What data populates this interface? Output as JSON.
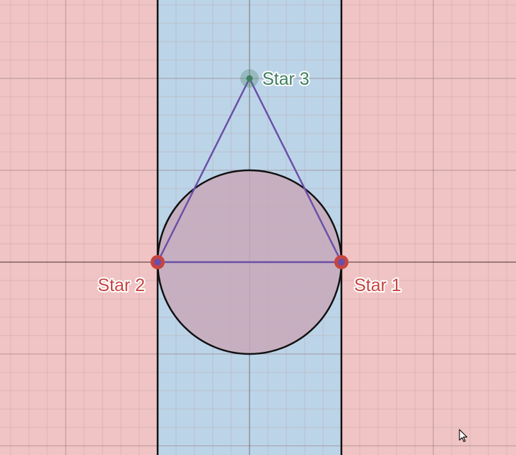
{
  "graph": {
    "grid": {
      "major_step": 1,
      "minor_step": 0.2,
      "x_range": [
        -2.7,
        2.9
      ],
      "y_range": [
        -2.1,
        2.85
      ]
    },
    "colors": {
      "outside_region": "#f0c4c4",
      "strip_region": "#bcd4e8",
      "circle_fill": "#c8a8b8",
      "triangle": "#6a4fa8",
      "star_red": "#c74440",
      "star_green": "#3f7f5f",
      "minor_grid": "#b79c9c",
      "major_grid": "#8a6a6a",
      "axis": "#4a3030"
    },
    "strip": {
      "x_min": -1,
      "x_max": 1
    },
    "circle": {
      "cx": 0,
      "cy": 0,
      "r": 1
    },
    "triangle": [
      {
        "x": 1,
        "y": 0
      },
      {
        "x": -1,
        "y": 0
      },
      {
        "x": 0,
        "y": 2
      }
    ],
    "points": [
      {
        "id": "star1",
        "label": "Star 1",
        "x": 1,
        "y": 0,
        "color": "red",
        "label_side": "below-right"
      },
      {
        "id": "star2",
        "label": "Star 2",
        "x": -1,
        "y": 0,
        "color": "red",
        "label_side": "below-left"
      },
      {
        "id": "star3",
        "label": "Star 3",
        "x": 0,
        "y": 2,
        "color": "green",
        "label_side": "right"
      }
    ]
  }
}
